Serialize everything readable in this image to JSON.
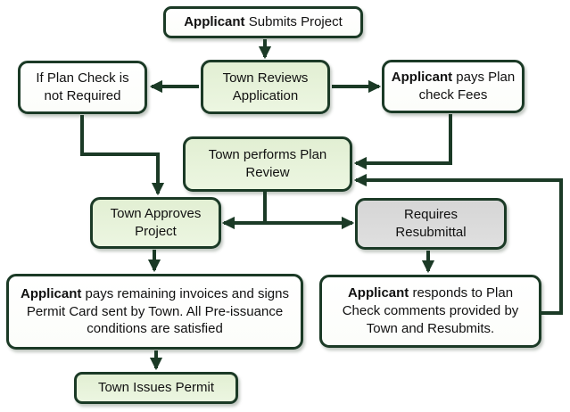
{
  "diagram": {
    "type": "flowchart",
    "colors": {
      "dark_green": "#1b3a26",
      "light_green": "#ecf6e1",
      "light_green_deep": "#e2efd3",
      "gray": "#d6d6d6",
      "white": "#ffffff",
      "text": "#111111",
      "background": "#ffffff"
    },
    "nodes": {
      "submit": {
        "bold": "Applicant",
        "rest": " Submits Project",
        "fill": "white"
      },
      "review_app": {
        "text": "Town Reviews Application",
        "fill": "green"
      },
      "no_check": {
        "text": "If Plan Check is not Required",
        "fill": "white"
      },
      "pay_fees": {
        "bold": "Applicant",
        "rest": " pays Plan check Fees",
        "fill": "white"
      },
      "plan_review": {
        "text": "Town performs Plan Review",
        "fill": "green"
      },
      "approve": {
        "text": "Town Approves Project",
        "fill": "green"
      },
      "resubmittal": {
        "text": "Requires Resubmittal",
        "fill": "gray"
      },
      "pay_invoices": {
        "bold": "Applicant",
        "rest": " pays remaining invoices and signs Permit Card sent by Town. All Pre-issuance conditions are satisfied",
        "fill": "white"
      },
      "respond": {
        "bold": "Applicant",
        "rest": " responds to Plan Check comments provided by Town and Resubmits.",
        "fill": "white"
      },
      "issue": {
        "text": "Town Issues Permit",
        "fill": "green"
      }
    },
    "edges": [
      {
        "from": "submit",
        "to": "review_app"
      },
      {
        "from": "review_app",
        "to": "no_check"
      },
      {
        "from": "review_app",
        "to": "pay_fees"
      },
      {
        "from": "pay_fees",
        "to": "plan_review"
      },
      {
        "from": "no_check",
        "to": "approve"
      },
      {
        "from": "plan_review",
        "to": "approve"
      },
      {
        "from": "plan_review",
        "to": "resubmittal"
      },
      {
        "from": "resubmittal",
        "to": "respond"
      },
      {
        "from": "respond",
        "to": "plan_review"
      },
      {
        "from": "approve",
        "to": "pay_invoices"
      },
      {
        "from": "pay_invoices",
        "to": "issue"
      }
    ]
  }
}
